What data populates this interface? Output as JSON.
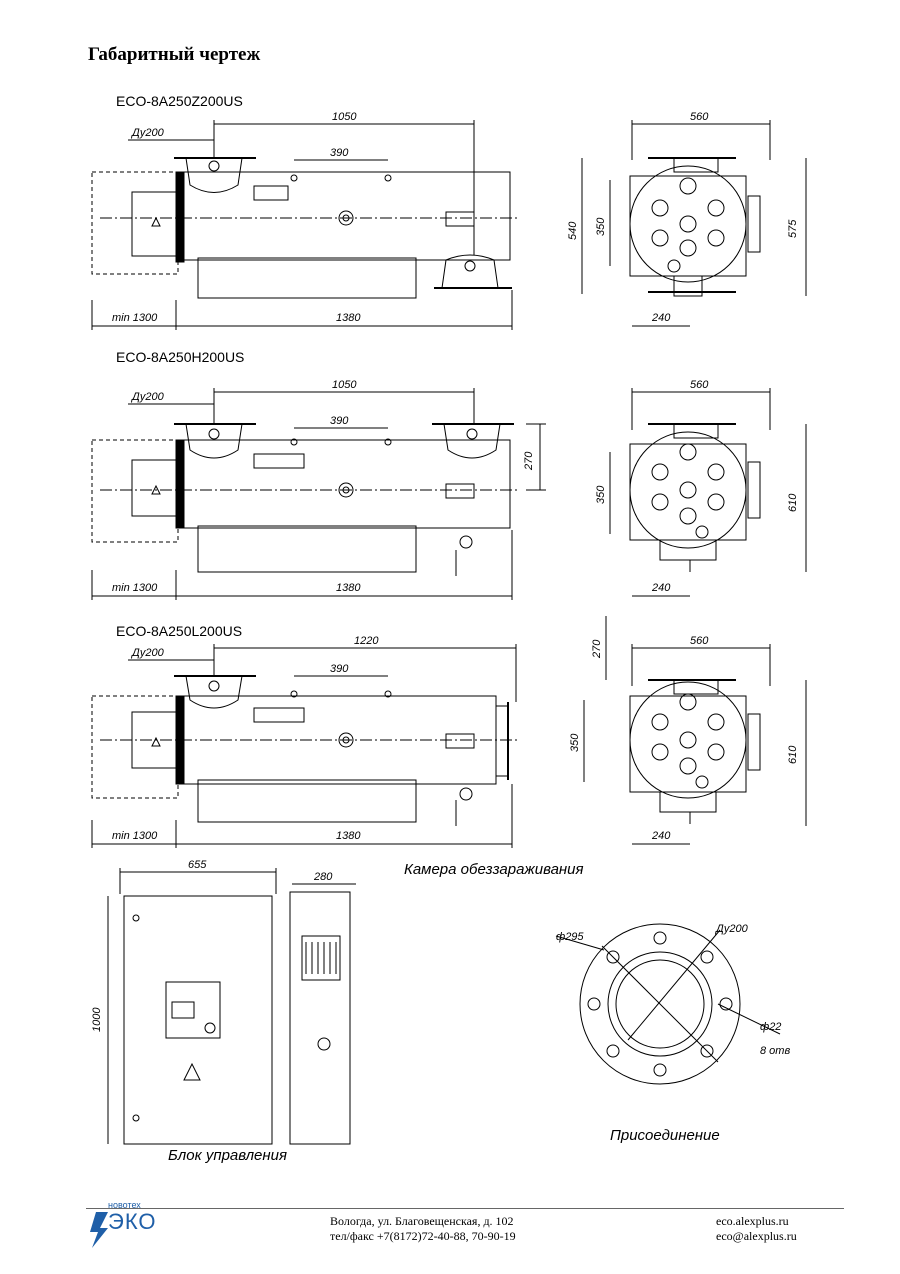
{
  "page_title": "Габаритный чертеж",
  "models": [
    {
      "name": "ECO-8A250Z200US",
      "side_dims": {
        "du": "Ду200",
        "length": "1050",
        "spacing": "390",
        "min_left": "min 1300",
        "body": "1380"
      },
      "end_dims": {
        "width": "560",
        "height_left": "540",
        "flange": "350",
        "height_right": "575",
        "base": "240"
      }
    },
    {
      "name": "ECO-8A250H200US",
      "side_dims": {
        "du": "Ду200",
        "length": "1050",
        "spacing": "390",
        "min_left": "min 1300",
        "body": "1380",
        "height": "270"
      },
      "end_dims": {
        "width": "560",
        "flange": "350",
        "height_right": "610",
        "base": "240"
      }
    },
    {
      "name": "ECO-8A250L200US",
      "side_dims": {
        "du": "Ду200",
        "length": "1220",
        "spacing": "390",
        "min_left": "min 1300",
        "body": "1380"
      },
      "end_dims": {
        "width": "560",
        "top": "270",
        "flange": "350",
        "height_right": "610",
        "base": "240"
      }
    }
  ],
  "chamber_caption": "Камера обеззараживания",
  "control_box": {
    "width": "655",
    "depth": "280",
    "height": "1000",
    "caption": "Блок управления"
  },
  "connection": {
    "diameter": "ф295",
    "du": "Ду200",
    "hole": "ф22",
    "holes_count": "8 отв",
    "caption": "Присоединение"
  },
  "footer": {
    "logo_small": "новотех",
    "logo_big": "ЭКО",
    "address_line1": "Вологда, ул. Благовещенская, д. 102",
    "address_line2": "тел/факс +7(8172)72-40-88, 70-90-19",
    "site": "eco.alexplus.ru",
    "email": "eco@alexplus.ru"
  }
}
